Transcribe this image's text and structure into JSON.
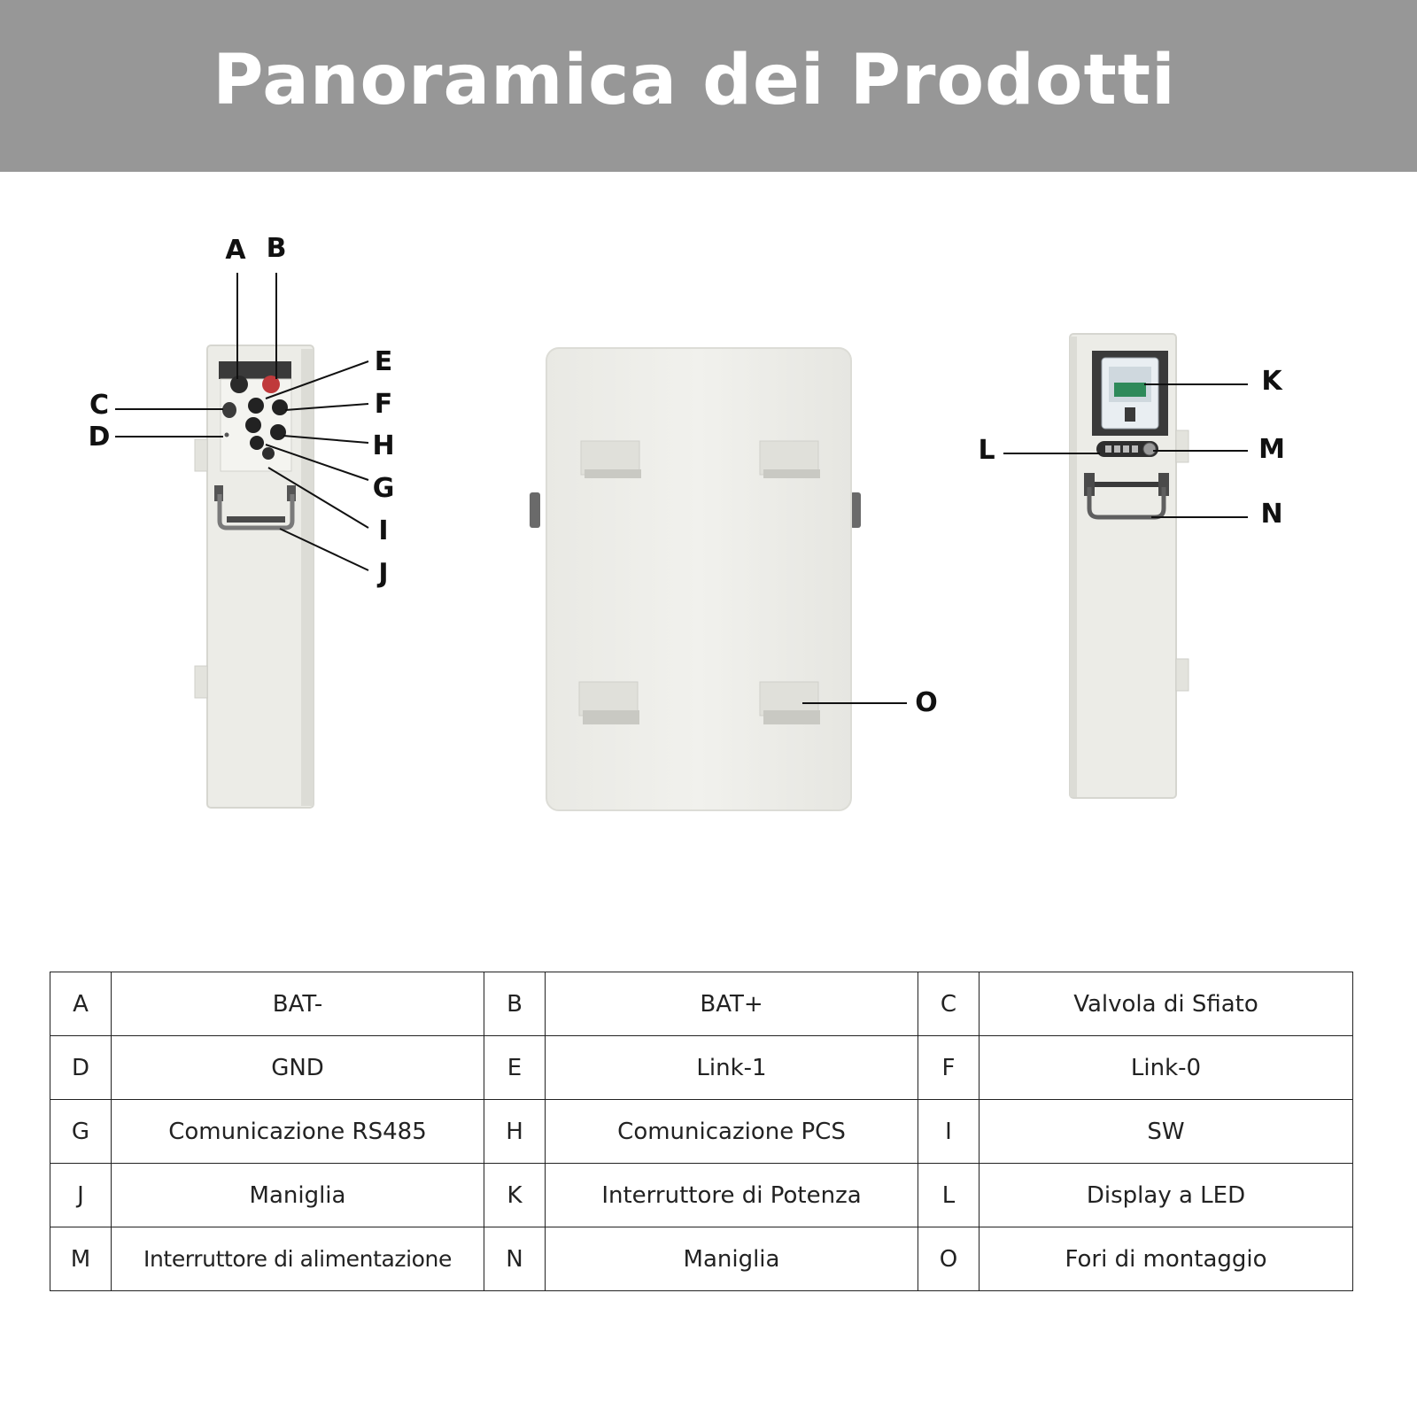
{
  "header": {
    "title": "Panoramica dei Prodotti"
  },
  "callouts": [
    "A",
    "B",
    "C",
    "D",
    "E",
    "F",
    "G",
    "H",
    "I",
    "J",
    "K",
    "L",
    "M",
    "N",
    "O"
  ],
  "legend": [
    [
      {
        "key": "A",
        "label": "BAT-"
      },
      {
        "key": "B",
        "label": "BAT+"
      },
      {
        "key": "C",
        "label": "Valvola di Sfiato"
      }
    ],
    [
      {
        "key": "D",
        "label": "GND"
      },
      {
        "key": "E",
        "label": "Link-1"
      },
      {
        "key": "F",
        "label": "Link-0"
      }
    ],
    [
      {
        "key": "G",
        "label": "Comunicazione RS485"
      },
      {
        "key": "H",
        "label": "Comunicazione PCS"
      },
      {
        "key": "I",
        "label": "SW"
      }
    ],
    [
      {
        "key": "J",
        "label": "Maniglia"
      },
      {
        "key": "K",
        "label": "Interruttore di Potenza"
      },
      {
        "key": "L",
        "label": "Display a LED"
      }
    ],
    [
      {
        "key": "M",
        "label": "Interruttore di alimentazione"
      },
      {
        "key": "N",
        "label": "Maniglia"
      },
      {
        "key": "O",
        "label": "Fori di montaggio"
      }
    ]
  ]
}
